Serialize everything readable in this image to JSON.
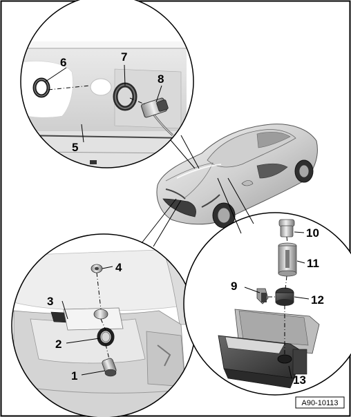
{
  "figure": {
    "reference": "A90-10113"
  },
  "callouts": {
    "c1": "1",
    "c2": "2",
    "c3": "3",
    "c4": "4",
    "c5": "5",
    "c6": "6",
    "c7": "7",
    "c8": "8",
    "c9": "9",
    "c10": "10",
    "c11": "11",
    "c12": "12",
    "c13": "13"
  },
  "icons": {
    "vehicle": "sports-car-illustration",
    "detail_top": "rear-wall-grommet-detail",
    "detail_bottom_left": "front-bumper-socket-detail",
    "detail_bottom_right": "center-console-socket-detail"
  },
  "colors": {
    "line": "#000000",
    "fill_light": "#e6e6e6",
    "fill_mid": "#bdbdbd",
    "fill_dark": "#4a4a4a",
    "background": "#ffffff"
  }
}
